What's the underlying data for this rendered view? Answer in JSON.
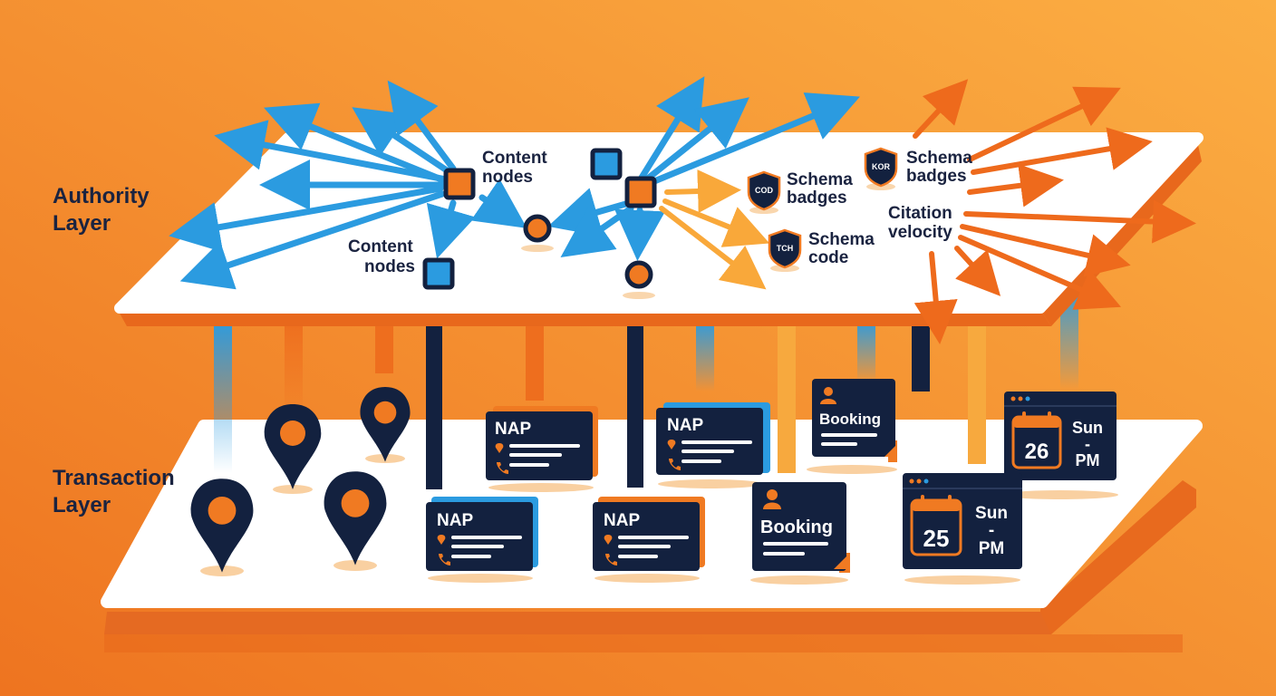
{
  "layers": {
    "authority": "Authority\nLayer",
    "transaction": "Transaction\nLayer"
  },
  "authority_labels": {
    "content_nodes_a": [
      "Content",
      "nodes"
    ],
    "content_nodes_b": [
      "Content",
      "nodes"
    ],
    "schema_badges_a": [
      "Schema",
      "badges"
    ],
    "schema_badges_b": [
      "Schema",
      "badges"
    ],
    "schema_code": [
      "Schema",
      "code"
    ],
    "citation_velocity": [
      "Citation",
      "velocity"
    ]
  },
  "badges": {
    "cod": "COD",
    "tch": "TCH",
    "kor": "KOR"
  },
  "cards": {
    "nap_title": "NAP",
    "booking_title": "Booking",
    "calendar_back": {
      "day": "26",
      "line1": "Sun",
      "line2": "-",
      "line3": "PM"
    },
    "calendar_front": {
      "day": "25",
      "line1": "Sun",
      "line2": "-",
      "line3": "PM"
    }
  },
  "colors": {
    "orange": "#f07a22",
    "navy": "#13213f",
    "blue": "#2b9be0",
    "light_orange": "#f7a93e",
    "white": "#ffffff"
  },
  "icons": [
    "location-pin-icon",
    "phone-icon",
    "person-icon",
    "calendar-icon",
    "shield-badge-icon"
  ]
}
